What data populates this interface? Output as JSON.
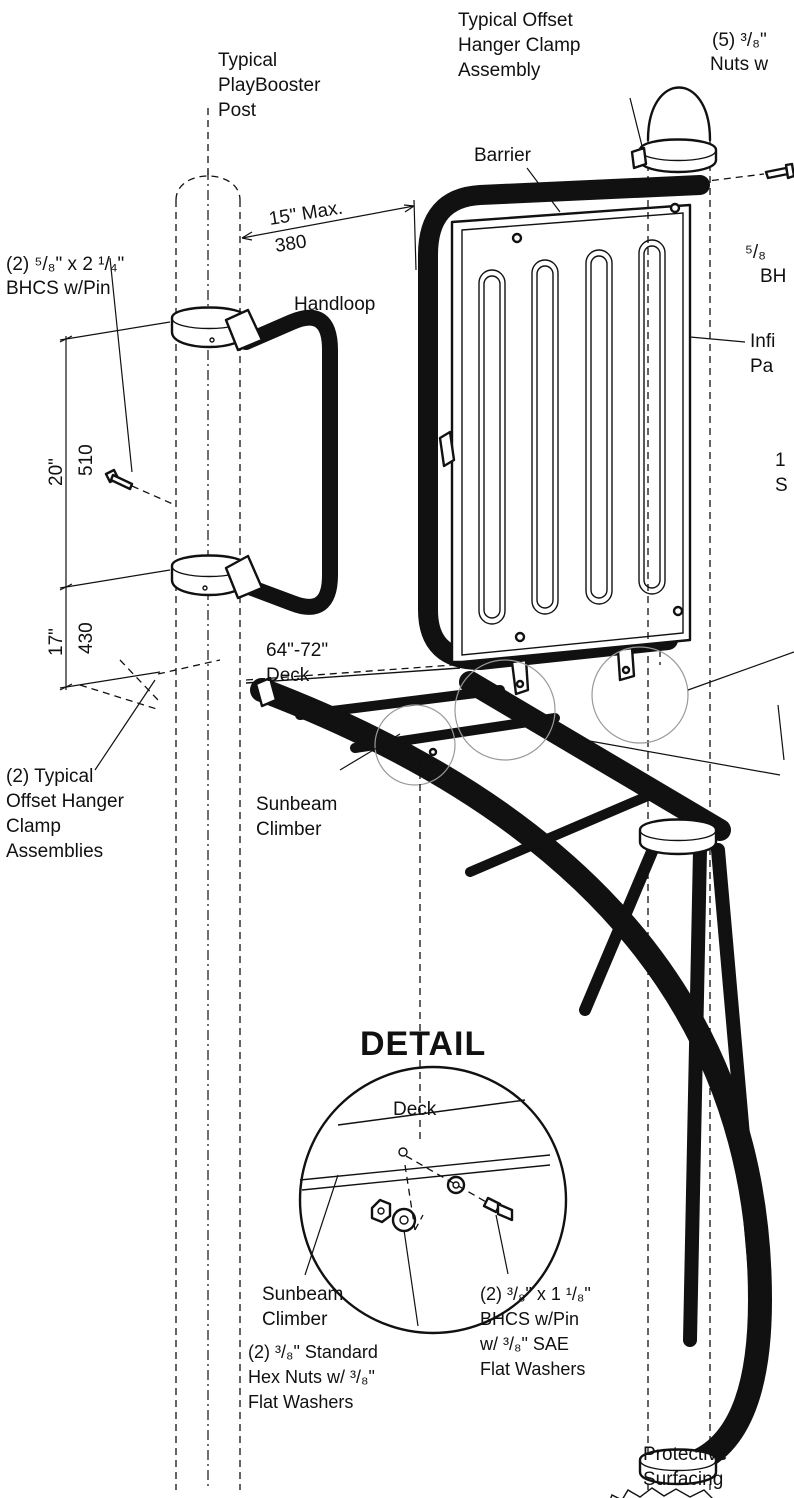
{
  "labels": {
    "offset_hanger_top": [
      "Typical Offset",
      "Hanger Clamp",
      "Assembly"
    ],
    "nuts_top": [
      "(5) ³/₈\"",
      "Nuts w"
    ],
    "post": [
      "Typical",
      "PlayBooster",
      "Post"
    ],
    "barrier": "Barrier",
    "dim_15": "15\" Max.",
    "dim_380": "380",
    "bhcs_58": [
      "(2) ⁵/₈\" x 2 ¹/₄\"",
      "BHCS w/Pin"
    ],
    "handloop": "Handloop",
    "right_58": [
      "⁵/₈",
      "BH"
    ],
    "infill": [
      "Infi",
      "Pa"
    ],
    "dim_20": "20\"",
    "dim_510": "510",
    "right_1s": [
      "1",
      "S"
    ],
    "dim_17": "17\"",
    "dim_430": "430",
    "deck_range": [
      "64\"-72\"",
      "Deck"
    ],
    "clamp_assemblies": [
      "(2) Typical",
      "Offset Hanger",
      "Clamp",
      "Assemblies"
    ],
    "sunbeam": [
      "Sunbeam",
      "Climber"
    ],
    "detail": "DETAIL",
    "detail_deck": "Deck",
    "detail_sunbeam": [
      "Sunbeam",
      "Climber"
    ],
    "detail_bhcs": [
      "(2) ³/₈\" x 1 ¹/₈\"",
      "BHCS w/Pin",
      "w/ ³/₈\" SAE",
      "Flat Washers"
    ],
    "detail_nuts": [
      "(2) ³/₈\" Standard",
      "Hex Nuts w/ ³/₈\"",
      "Flat Washers"
    ],
    "surfacing": [
      "Protective",
      "Surfacing"
    ]
  }
}
